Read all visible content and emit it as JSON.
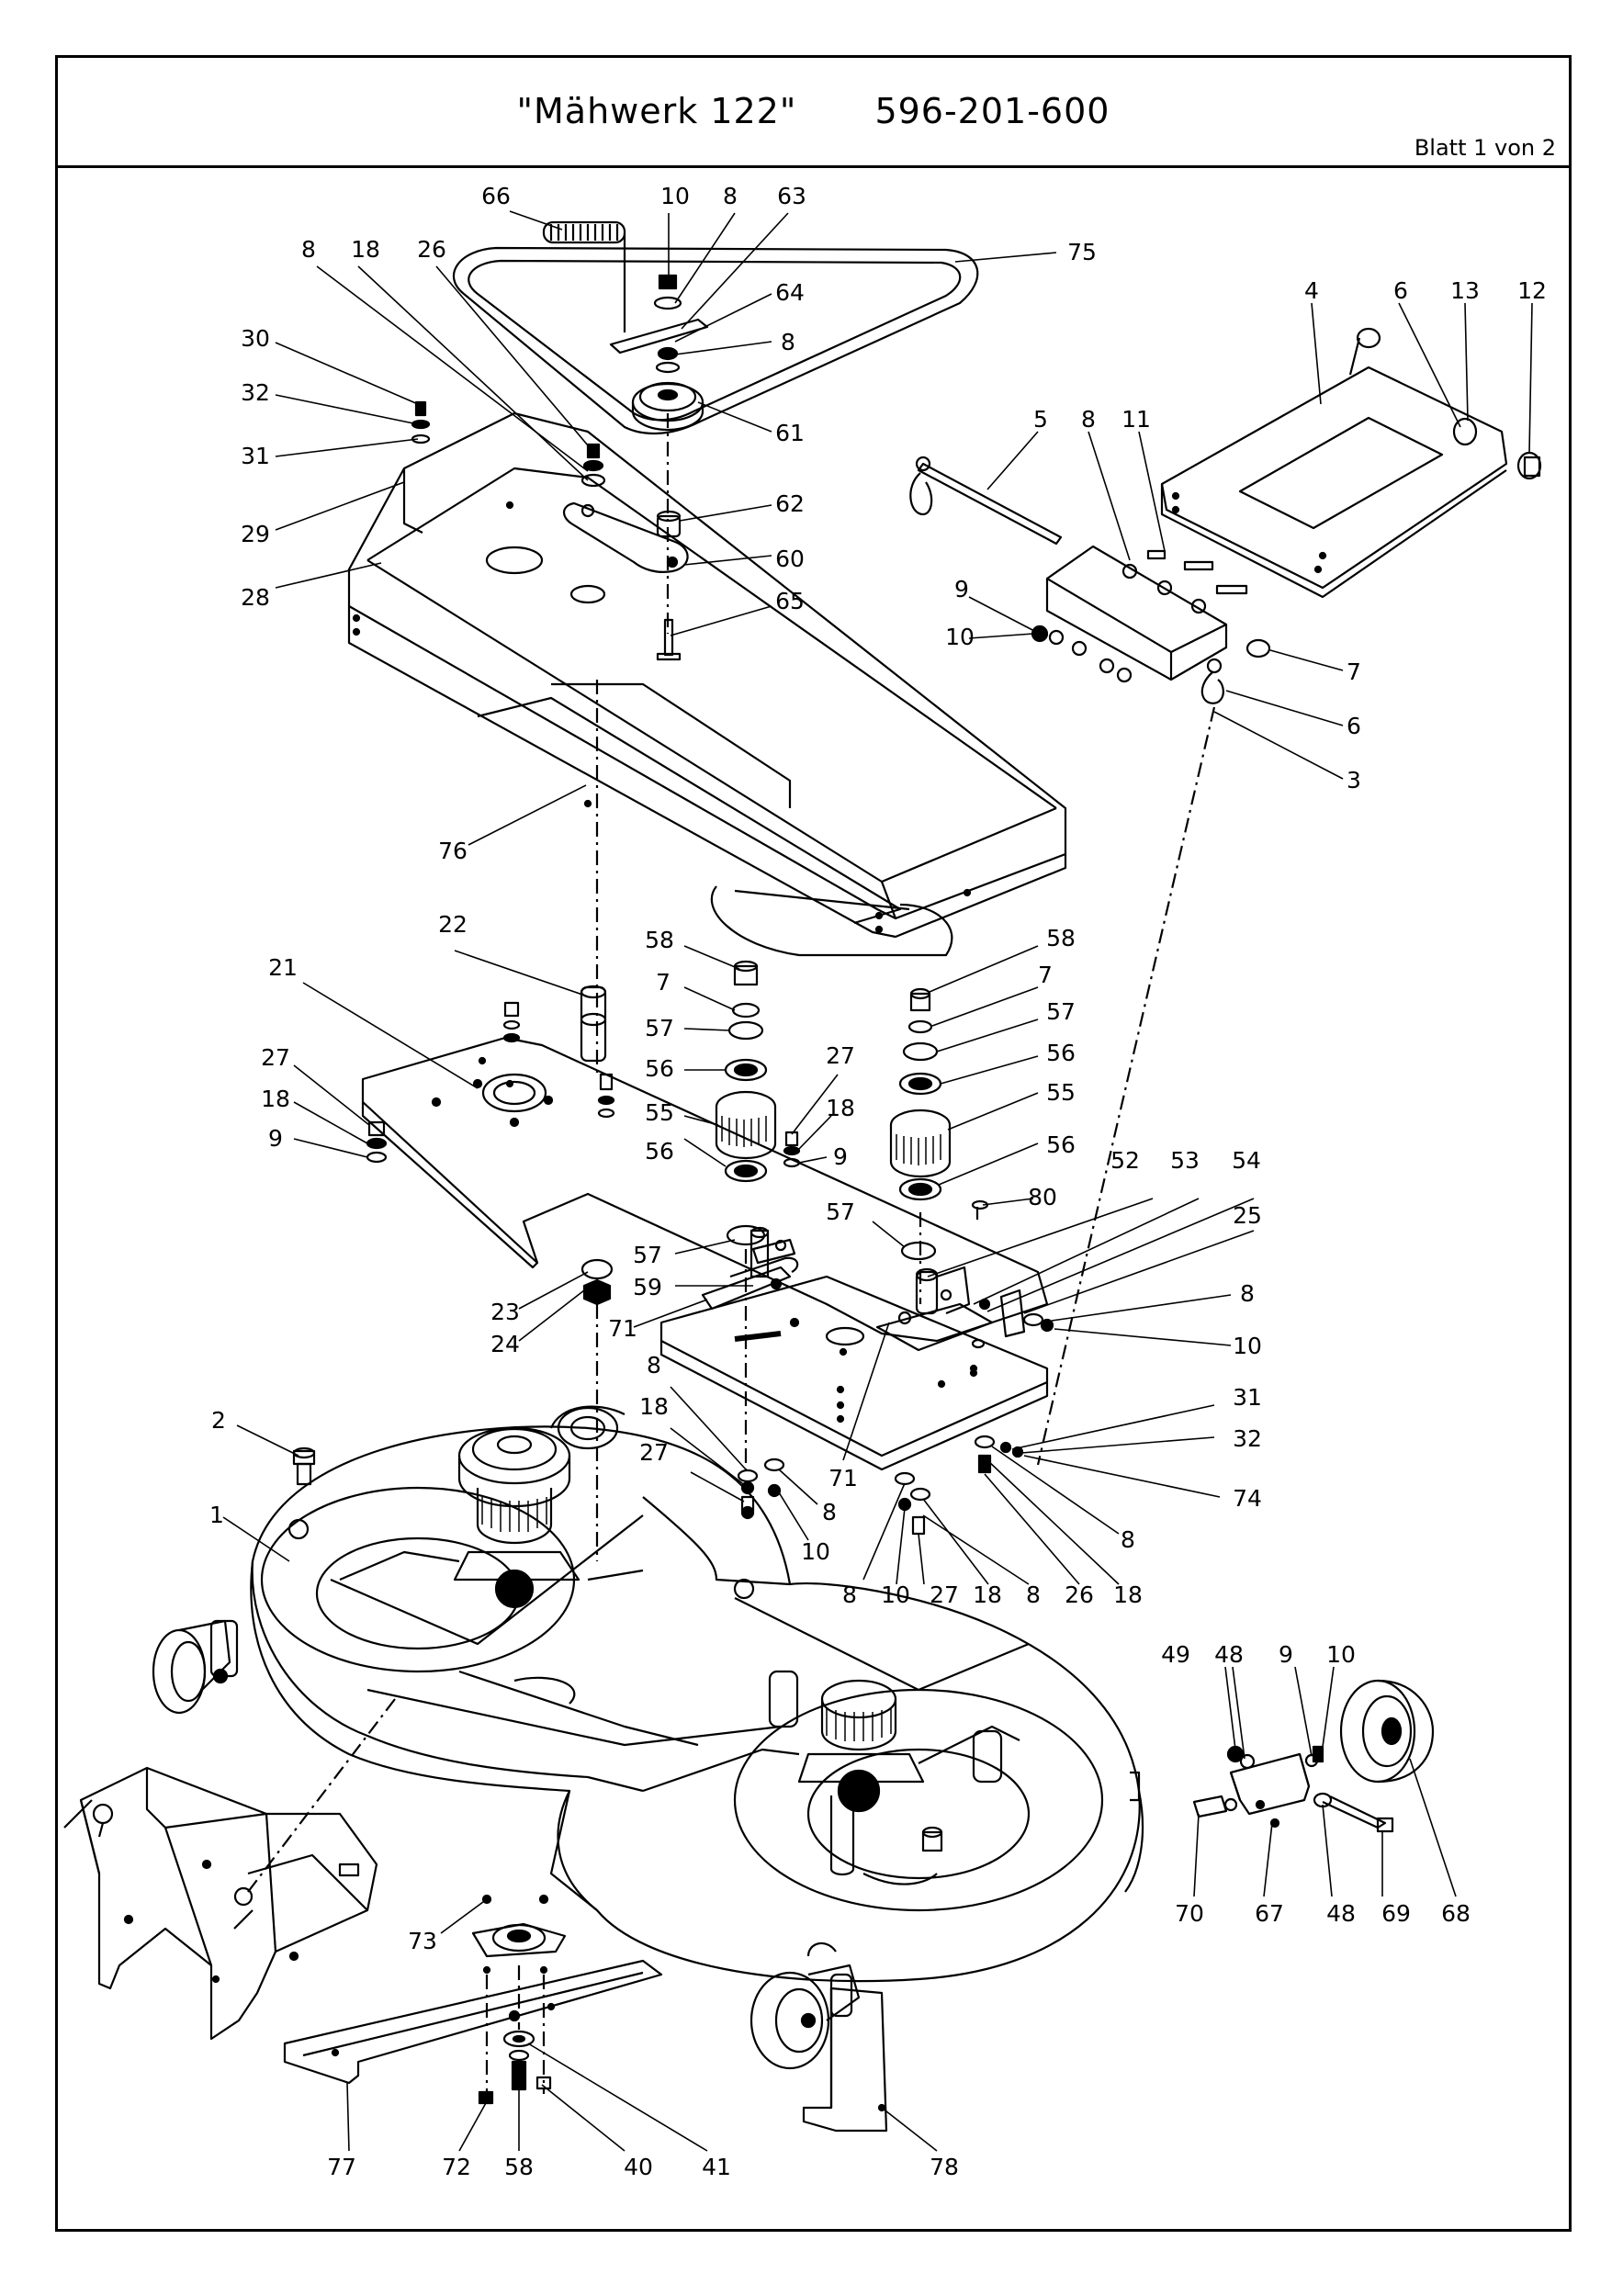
{
  "header": {
    "title": "\"Mähwerk 122\"",
    "part_number": "596-201-600",
    "sheet": "Blatt 1 von 2"
  },
  "callouts": {
    "c66": "66",
    "c10a": "10",
    "c8a": "8",
    "c63": "63",
    "c75": "75",
    "c8b": "8",
    "c18a": "18",
    "c26a": "26",
    "c64": "64",
    "c8c": "8",
    "c30": "30",
    "c32a": "32",
    "c31a": "31",
    "c61": "61",
    "c29": "29",
    "c62": "62",
    "c28": "28",
    "c60": "60",
    "c65": "65",
    "c76": "76",
    "c4": "4",
    "c6a": "6",
    "c13": "13",
    "c12": "12",
    "c5": "5",
    "c8d": "8",
    "c11": "11",
    "c9a": "9",
    "c10b": "10",
    "c7a": "7",
    "c6b": "6",
    "c3": "3",
    "c22": "22",
    "c21": "21",
    "c58a": "58",
    "c7b": "7",
    "c57a": "57",
    "c56a": "56",
    "c55a": "55",
    "c56b": "56",
    "c27a": "27",
    "c18b": "18",
    "c9b": "9",
    "c58b": "58",
    "c7c": "7",
    "c57b": "57",
    "c56c": "56",
    "c55b": "55",
    "c56d": "56",
    "c27b": "27",
    "c18c": "18",
    "c9c": "9",
    "c80": "80",
    "c52": "52",
    "c53": "53",
    "c54": "54",
    "c25": "25",
    "c57c": "57",
    "c57d": "57",
    "c59": "59",
    "c23": "23",
    "c24": "24",
    "c71a": "71",
    "c8e": "8",
    "c10c": "10",
    "c8f": "8",
    "c18d": "18",
    "c27c": "27",
    "c71b": "71",
    "c8g": "8",
    "c10d": "10",
    "c31b": "31",
    "c32b": "32",
    "c74": "74",
    "c8h": "8",
    "c2": "2",
    "c1": "1",
    "c8i": "8",
    "c10e": "10",
    "c27d": "27",
    "c18e": "18",
    "c8j": "8",
    "c26b": "26",
    "c18f": "18",
    "c49": "49",
    "c48a": "48",
    "c9d": "9",
    "c10f": "10",
    "c70": "70",
    "c67": "67",
    "c48b": "48",
    "c69": "69",
    "c68": "68",
    "c73": "73",
    "c77": "77",
    "c72": "72",
    "c58c": "58",
    "c40": "40",
    "c41": "41",
    "c78": "78"
  }
}
